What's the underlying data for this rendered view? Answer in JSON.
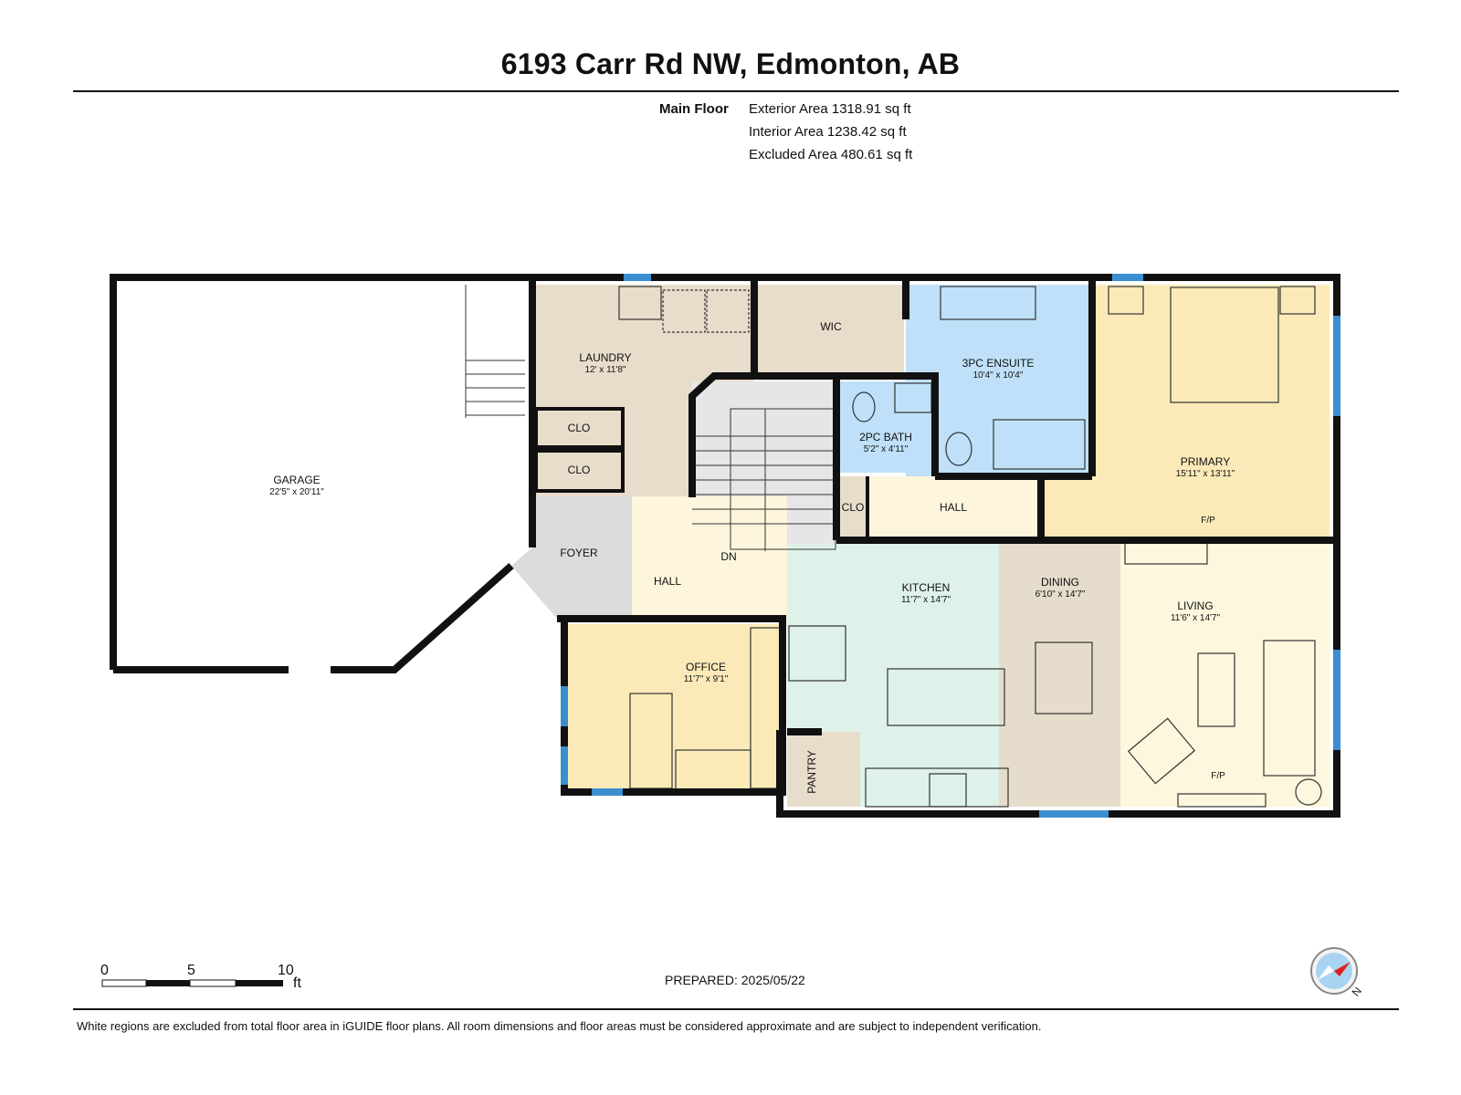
{
  "header": {
    "title": "6193 Carr Rd NW, Edmonton, AB"
  },
  "areas": {
    "floor_label": "Main Floor",
    "exterior": "Exterior Area 1318.91 sq ft",
    "interior": "Interior Area 1238.42 sq ft",
    "excluded": "Excluded Area 480.61 sq ft"
  },
  "rooms": {
    "garage": {
      "name": "GARAGE",
      "dims": "22'5\" x 20'11\""
    },
    "laundry": {
      "name": "LAUNDRY",
      "dims": "12' x 11'8\""
    },
    "clo1": {
      "name": "CLO"
    },
    "clo2": {
      "name": "CLO"
    },
    "clo3": {
      "name": "CLO"
    },
    "wic": {
      "name": "WIC"
    },
    "ensuite": {
      "name": "3PC ENSUITE",
      "dims": "10'4\" x 10'4\""
    },
    "bath": {
      "name": "2PC BATH",
      "dims": "5'2\" x 4'11\""
    },
    "primary": {
      "name": "PRIMARY",
      "dims": "15'11\" x 13'11\"",
      "fp": "F/P"
    },
    "hall_upper": {
      "name": "HALL"
    },
    "foyer": {
      "name": "FOYER"
    },
    "hall_main": {
      "name": "HALL"
    },
    "stairs": {
      "name": "DN"
    },
    "kitchen": {
      "name": "KITCHEN",
      "dims": "11'7\" x 14'7\""
    },
    "dining": {
      "name": "DINING",
      "dims": "6'10\" x 14'7\""
    },
    "living": {
      "name": "LIVING",
      "dims": "11'6\" x 14'7\"",
      "fp": "F/P"
    },
    "office": {
      "name": "OFFICE",
      "dims": "11'7\" x 9'1\""
    },
    "pantry": {
      "name": "PANTRY"
    }
  },
  "colors": {
    "laundry": "#e8dccb",
    "wic": "#e8dccb",
    "ensuite": "#bfe0f8",
    "bath": "#bfe0f8",
    "primary": "#fbeab8",
    "hall": "#fdf6dc",
    "foyer": "#dcdcdc",
    "kitchen": "#def2ea",
    "dining": "#e6dccb",
    "living": "#fdf7dd",
    "office": "#fbeab8",
    "window": "#3b8fd0",
    "wall": "#111111"
  },
  "scale": {
    "ticks": [
      "0",
      "5",
      "10"
    ],
    "unit": "ft"
  },
  "prepared": "PREPARED: 2025/05/22",
  "compass": {
    "label": "N",
    "icon": "compass-icon"
  },
  "footer": "White regions are excluded from total floor area in iGUIDE floor plans. All room dimensions and floor areas must be considered approximate and are subject to independent verification."
}
